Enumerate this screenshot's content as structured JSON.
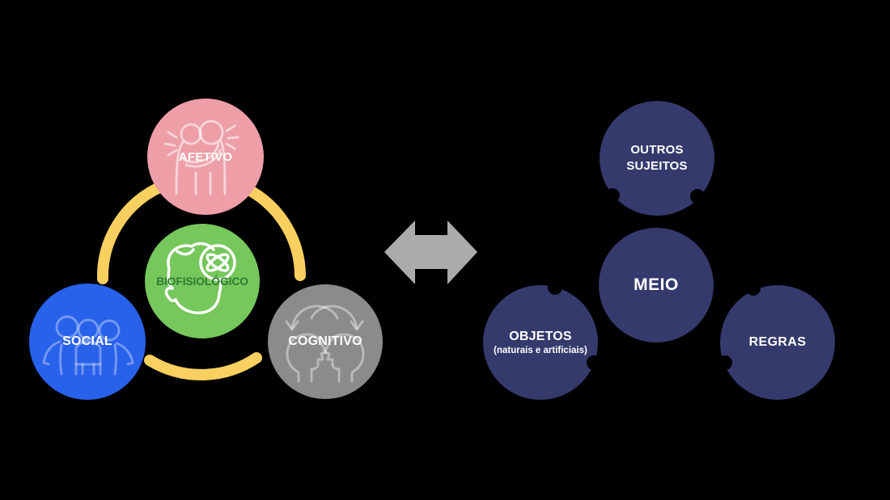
{
  "background_color": "#000000",
  "left_cluster": {
    "ring_color": "#F9CF60",
    "circles": [
      {
        "label": "AFETIVO",
        "color": "#ED9EA6",
        "text_color": "#FFFFFF",
        "icon": "hug-icon"
      },
      {
        "label": "BIOFISIOLÓGICO",
        "color": "#76C75C",
        "text_color": "#2E7D32",
        "icon": "head-atom-icon"
      },
      {
        "label": "SOCIAL",
        "color": "#2861EA",
        "text_color": "#FFFFFF",
        "icon": "people-group-icon"
      },
      {
        "label": "COGNITIVO",
        "color": "#8B8B8B",
        "text_color": "#FFFFFF",
        "icon": "facing-heads-icon"
      }
    ]
  },
  "connector": {
    "shape": "double-headed-arrow",
    "color": "#ABABAB"
  },
  "right_cluster": {
    "circle_color": "#343A6C",
    "text_color": "#FFFFFF",
    "circles": [
      {
        "lines": [
          "OUTROS",
          "SUJEITOS"
        ]
      },
      {
        "label": "MEIO"
      },
      {
        "label": "OBJETOS",
        "sublabel": "(naturais e artificiais)"
      },
      {
        "label": "REGRAS"
      }
    ]
  }
}
